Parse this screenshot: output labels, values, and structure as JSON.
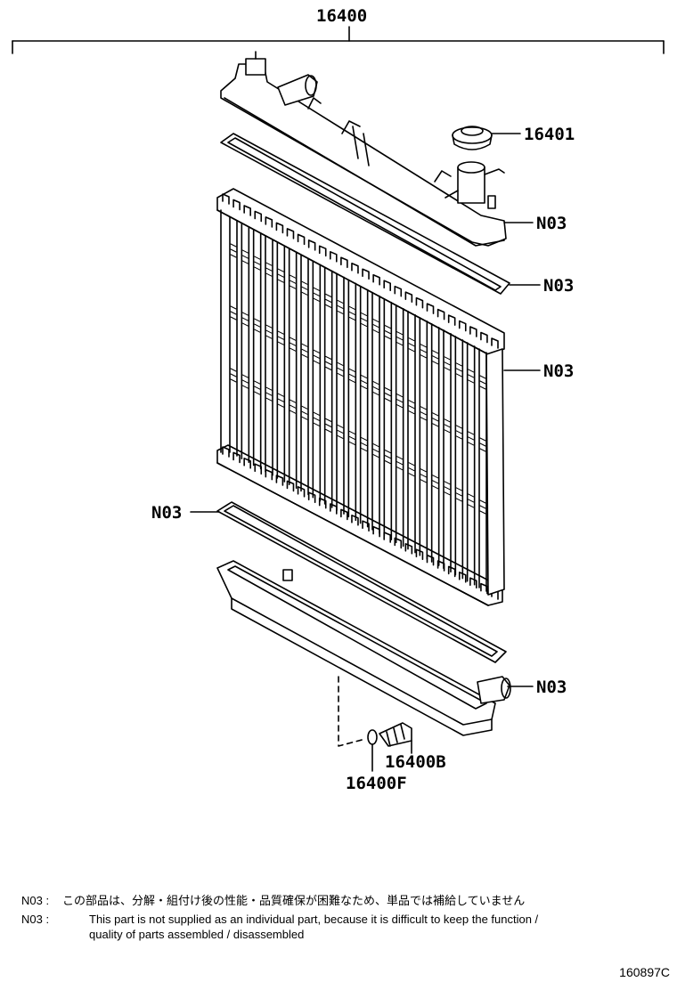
{
  "diagram": {
    "callouts": {
      "assembly": "16400",
      "cap": "16401",
      "upper_tank_seal": "N03",
      "upper_gasket": "N03",
      "core_right": "N03",
      "lower_gasket": "N03",
      "lower_tank_pipe": "N03",
      "drain_cock": "16400B",
      "drain_o_ring": "16400F"
    }
  },
  "notes": [
    {
      "code": "N03 :",
      "text": "この部品は、分解・組付け後の性能・品質確保が困難なため、単品では補給していません"
    },
    {
      "code": "N03 :",
      "text": "This part is not supplied as an individual part, because it is difficult to keep the function /"
    },
    {
      "code": "",
      "text": "quality of parts assembled / disassembled"
    }
  ],
  "figure_number": "160897C"
}
